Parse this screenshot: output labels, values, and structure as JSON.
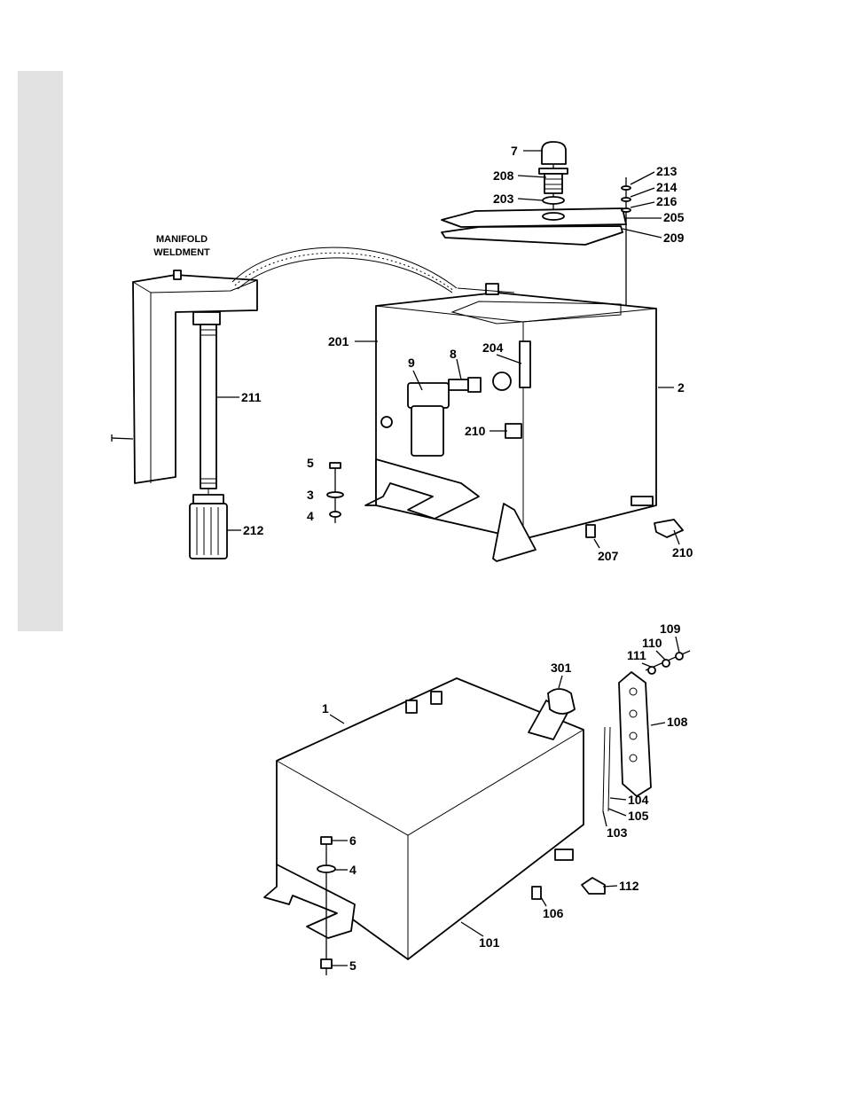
{
  "side_band_color": "#e2e2e2",
  "line_color": "#000000",
  "assembly_top": {
    "caption": [
      "MANIFOLD",
      "WELDMENT"
    ],
    "labels": {
      "p7": "7",
      "p208": "208",
      "p203": "203",
      "p213": "213",
      "p214": "214",
      "p216": "216",
      "p205": "205",
      "p209": "209",
      "p201": "201",
      "p204": "204",
      "p8": "8",
      "p9": "9",
      "p2": "2",
      "p211": "211",
      "p210a": "210",
      "p5": "5",
      "p3": "3",
      "p4": "4",
      "p212": "212",
      "p207": "207",
      "p210b": "210"
    }
  },
  "assembly_bottom": {
    "labels": {
      "p109": "109",
      "p110": "110",
      "p111": "111",
      "p301": "301",
      "p1": "1",
      "p108": "108",
      "p104": "104",
      "p105": "105",
      "p103": "103",
      "p6": "6",
      "p4": "4",
      "p112": "112",
      "p106": "106",
      "p101": "101",
      "p5": "5"
    }
  }
}
